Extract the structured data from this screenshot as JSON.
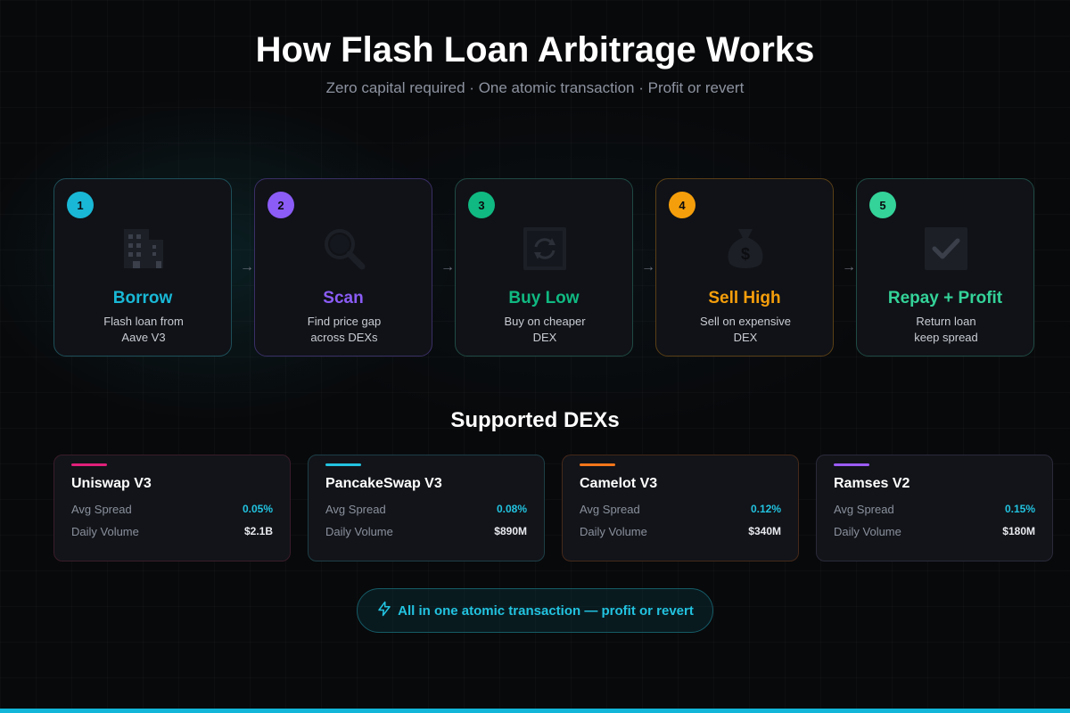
{
  "header": {
    "title": "How Flash Loan Arbitrage Works",
    "subtitle": "Zero capital required · One atomic transaction · Profit or revert"
  },
  "steps": [
    {
      "number": "1",
      "label": "Borrow",
      "desc1": "Flash loan from",
      "desc2": "Aave V3",
      "icon": "bank-building-icon",
      "color": "#19b8d6",
      "border": "#1e4f59"
    },
    {
      "number": "2",
      "label": "Scan",
      "desc1": "Find price gap",
      "desc2": "across DEXs",
      "icon": "magnifier-icon",
      "color": "#8b5cf6",
      "border": "#3a2f66"
    },
    {
      "number": "3",
      "label": "Buy Low",
      "desc1": "Buy on cheaper",
      "desc2": "DEX",
      "icon": "swap-cycle-icon",
      "color": "#10b981",
      "border": "#1f4a44"
    },
    {
      "number": "4",
      "label": "Sell High",
      "desc1": "Sell on expensive",
      "desc2": "DEX",
      "icon": "money-bag-icon",
      "color": "#f59e0b",
      "border": "#5a3f16"
    },
    {
      "number": "5",
      "label": "Repay + Profit",
      "desc1": "Return loan",
      "desc2": "keep spread",
      "icon": "check-box-icon",
      "color": "#34d399",
      "border": "#1f4a44"
    }
  ],
  "arrow_glyph": "→",
  "dex_section": {
    "title": "Supported DEXs",
    "spread_label": "Avg Spread",
    "volume_label": "Daily Volume",
    "items": [
      {
        "name": "Uniswap V3",
        "spread": "0.05%",
        "volume": "$2.1B",
        "accent": "#e0207a",
        "border": "#3a1c2a"
      },
      {
        "name": "PancakeSwap V3",
        "spread": "0.08%",
        "volume": "$890M",
        "accent": "#22c3e0",
        "border": "#1d3f46"
      },
      {
        "name": "Camelot V3",
        "spread": "0.12%",
        "volume": "$340M",
        "accent": "#f5761a",
        "border": "#45291a"
      },
      {
        "name": "Ramses V2",
        "spread": "0.15%",
        "volume": "$180M",
        "accent": "#9b5cf6",
        "border": "#2a2a3a"
      }
    ],
    "value_color_spread": "#22c3e0",
    "value_color_volume": "#e8eaf0"
  },
  "footer_pill": {
    "icon": "lightning-icon",
    "text": "All in one atomic transaction — profit or revert"
  }
}
